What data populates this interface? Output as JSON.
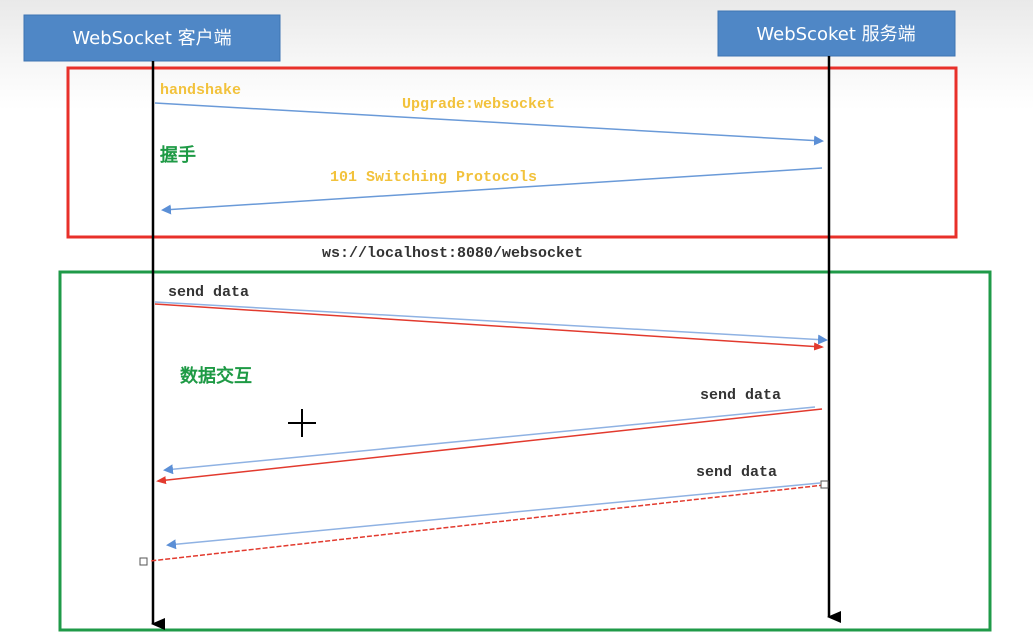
{
  "participants": {
    "client": "WebSocket 客户端",
    "server": "WebScoket 服务端"
  },
  "handshake": {
    "label": "handshake",
    "section_title": "握手",
    "request": "Upgrade:websocket",
    "response": "101 Switching Protocols"
  },
  "url": "ws://localhost:8080/websocket",
  "data_exchange": {
    "section_title": "数据交互",
    "messages": [
      {
        "label": "send data",
        "direction": "client-to-server"
      },
      {
        "label": "send data",
        "direction": "server-to-client"
      },
      {
        "label": "send data",
        "direction": "server-to-client"
      }
    ]
  },
  "colors": {
    "header": "#4f87c6",
    "handshake_box": "#e8302a",
    "data_box": "#1f9a48",
    "arrow_blue": "#6a9ad8",
    "arrow_red": "#e23a2e",
    "label_yellow": "#f2c23c"
  }
}
